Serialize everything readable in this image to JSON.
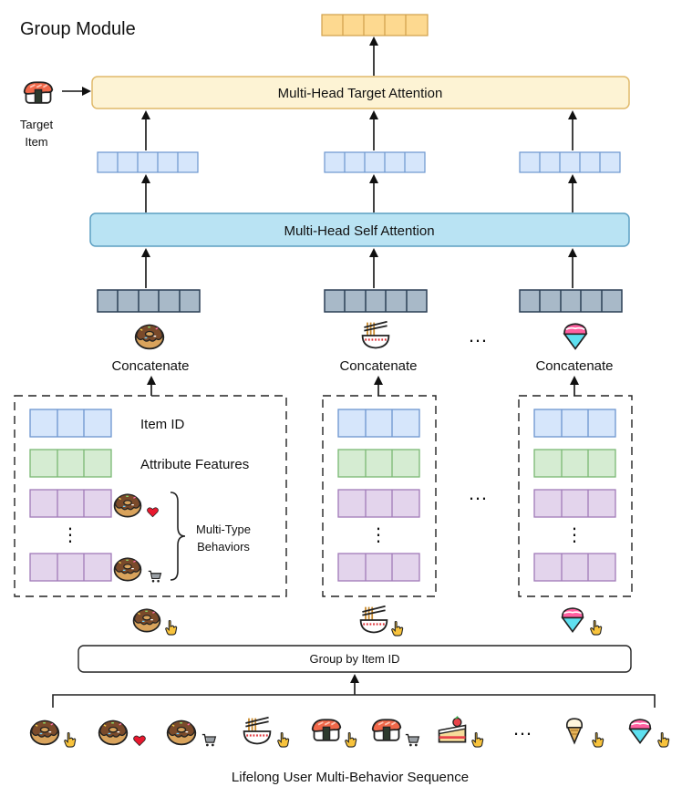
{
  "title": "Group Module",
  "target_attention": {
    "label": "Multi-Head Target Attention"
  },
  "self_attention": {
    "label": "Multi-Head Self Attention"
  },
  "target_item": {
    "line1": "Target",
    "line2": "Item"
  },
  "concat_label": "Concatenate",
  "group_detail": {
    "item_id": "Item ID",
    "attribute_features": "Attribute Features",
    "multi_type_line1": "Multi-Type",
    "multi_type_line2": "Behaviors"
  },
  "ellipsis": "…",
  "vertical_ellipsis": "⋮",
  "group_by": {
    "label": "Group by Item ID"
  },
  "sequence_label": "Lifelong User Multi-Behavior Sequence",
  "icons": {
    "item_icons": [
      "donut-icon",
      "ramen-icon",
      "shaved-ice-icon"
    ],
    "sequence": [
      {
        "item": "donut-icon",
        "behavior": "click-hand-icon"
      },
      {
        "item": "donut-icon",
        "behavior": "heart-icon"
      },
      {
        "item": "donut-icon",
        "behavior": "cart-icon"
      },
      {
        "item": "ramen-icon",
        "behavior": "click-hand-icon"
      },
      {
        "item": "sushi-icon",
        "behavior": "click-hand-icon"
      },
      {
        "item": "sushi-icon",
        "behavior": "cart-icon"
      },
      {
        "item": "cake-icon",
        "behavior": "click-hand-icon"
      },
      {
        "item": "ice-cream-icon",
        "behavior": "click-hand-icon"
      },
      {
        "item": "shaved-ice-icon",
        "behavior": "click-hand-icon"
      }
    ]
  },
  "colors": {
    "target_attention_fill": "#fdf3d4",
    "target_attention_stroke": "#e0b96a",
    "self_attention_fill": "#b9e3f3",
    "self_attention_stroke": "#5c9fc2",
    "output_vector": "#fdd990",
    "blue_vector": "#d6e6fb",
    "dark_vector": "#a8b9c8",
    "green_vector": "#d5ecd2",
    "purple_vector": "#e3d4ec"
  }
}
